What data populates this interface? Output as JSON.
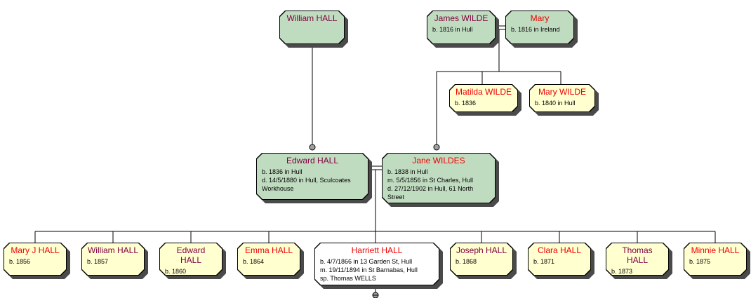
{
  "colors": {
    "male": "#800040",
    "female": "#f00000",
    "parents": "#c0dcc0",
    "child": "#ffffd0",
    "focus": "#ffffff"
  },
  "people": {
    "william_sr": {
      "name": "William HALL",
      "details": []
    },
    "james": {
      "name": "James WILDE",
      "details": [
        "b. 1816 in Hull"
      ]
    },
    "mary_sr": {
      "name": "Mary",
      "details": [
        "b. 1816 in Ireland"
      ]
    },
    "matilda": {
      "name": "Matilda WILDE",
      "details": [
        "b. 1836"
      ]
    },
    "mary_w": {
      "name": "Mary WILDE",
      "details": [
        "b. 1840 in Hull"
      ]
    },
    "edward": {
      "name": "Edward HALL",
      "details": [
        "b. 1836 in Hull",
        "d. 14/5/1880 in Hull, Sculcoates",
        "Workhouse"
      ]
    },
    "jane": {
      "name": "Jane WILDES",
      "details": [
        "b. 1838 in Hull",
        "m. 5/5/1856 in St Charles, Hull",
        "d. 27/12/1902 in Hull, 61 North",
        "Street"
      ]
    },
    "maryj": {
      "name": "Mary J HALL",
      "details": [
        "b. 1856"
      ]
    },
    "william": {
      "name": "William HALL",
      "details": [
        "b. 1857"
      ]
    },
    "edward_jr": {
      "name": "Edward HALL",
      "details": [
        "b. 1860"
      ]
    },
    "emma": {
      "name": "Emma HALL",
      "details": [
        "b. 1864"
      ]
    },
    "harriett": {
      "name": "Harriett HALL",
      "details": [
        "b. 4/7/1866 in 13 Garden St, Hull",
        "m. 19/11/1894 in St Barnabas, Hull",
        "sp. Thomas WELLS"
      ]
    },
    "joseph": {
      "name": "Joseph HALL",
      "details": [
        "b. 1868"
      ]
    },
    "clara": {
      "name": "Clara HALL",
      "details": [
        "b. 1871"
      ]
    },
    "thomas": {
      "name": "Thomas HALL",
      "details": [
        "b. 1873"
      ]
    },
    "minnie": {
      "name": "Minnie HALL",
      "details": [
        "b. 1875"
      ]
    }
  }
}
